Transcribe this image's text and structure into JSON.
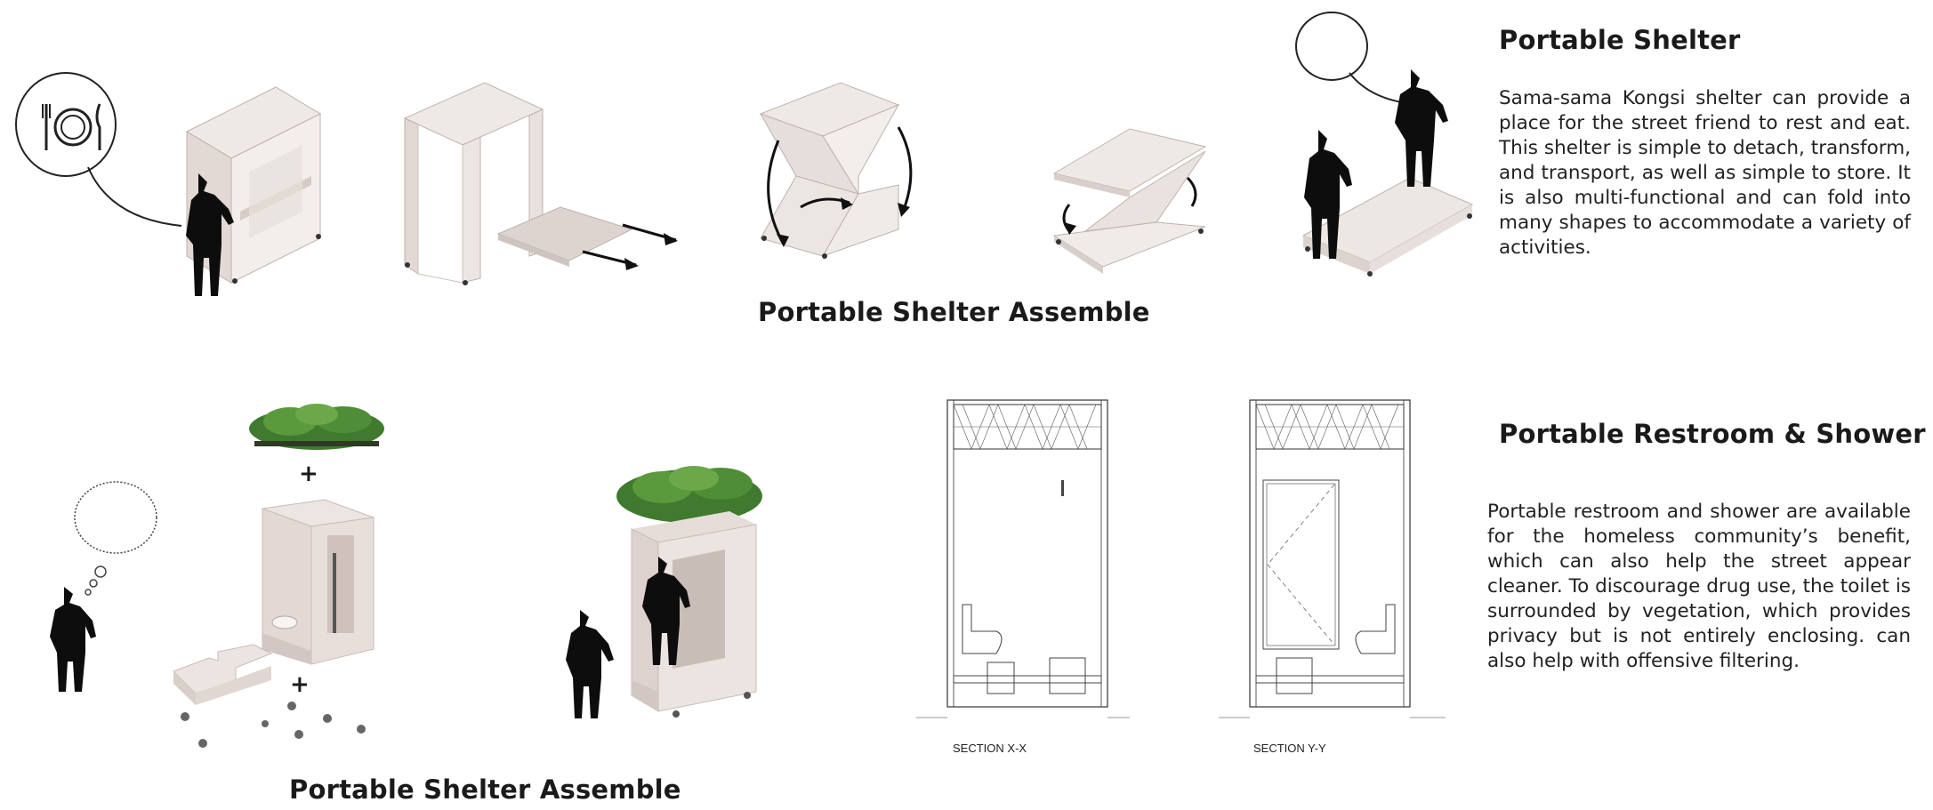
{
  "captions": {
    "top_assemble": "Portable Shelter Assemble",
    "bottom_assemble": "Portable Shelter Assemble"
  },
  "shelter": {
    "heading": "Portable Shelter",
    "description": "Sama-sama Kongsi shelter can provide a place for the street friend to rest and eat. This shelter is simple to detach, transform, and transport, as well as simple to store. It is also multi-functional and can fold into many shapes to accommodate a variety of activities."
  },
  "restroom": {
    "heading": "Portable Restroom & Shower",
    "description": "Portable restroom and shower are available for the homeless community’s benefit, which can also help the street appear cleaner. To discourage drug use, the toilet is surrounded by vegetation, which provides privacy but is not entirely enclosing. can also help with offensive filtering."
  },
  "sections": {
    "x_label": "SECTION X-X",
    "y_label": "SECTION Y-Y"
  },
  "symbols": {
    "plus_1": "+",
    "plus_2": "+"
  },
  "icons": [
    "plate-cutlery-icon",
    "speech-bubble-icon",
    "thought-bubble-icon"
  ],
  "colors": {
    "panel": "#e9e2df",
    "panel_shade": "#d8cfcb",
    "silhouette": "#0d0d0d",
    "foliage": "#3f7a2e"
  }
}
